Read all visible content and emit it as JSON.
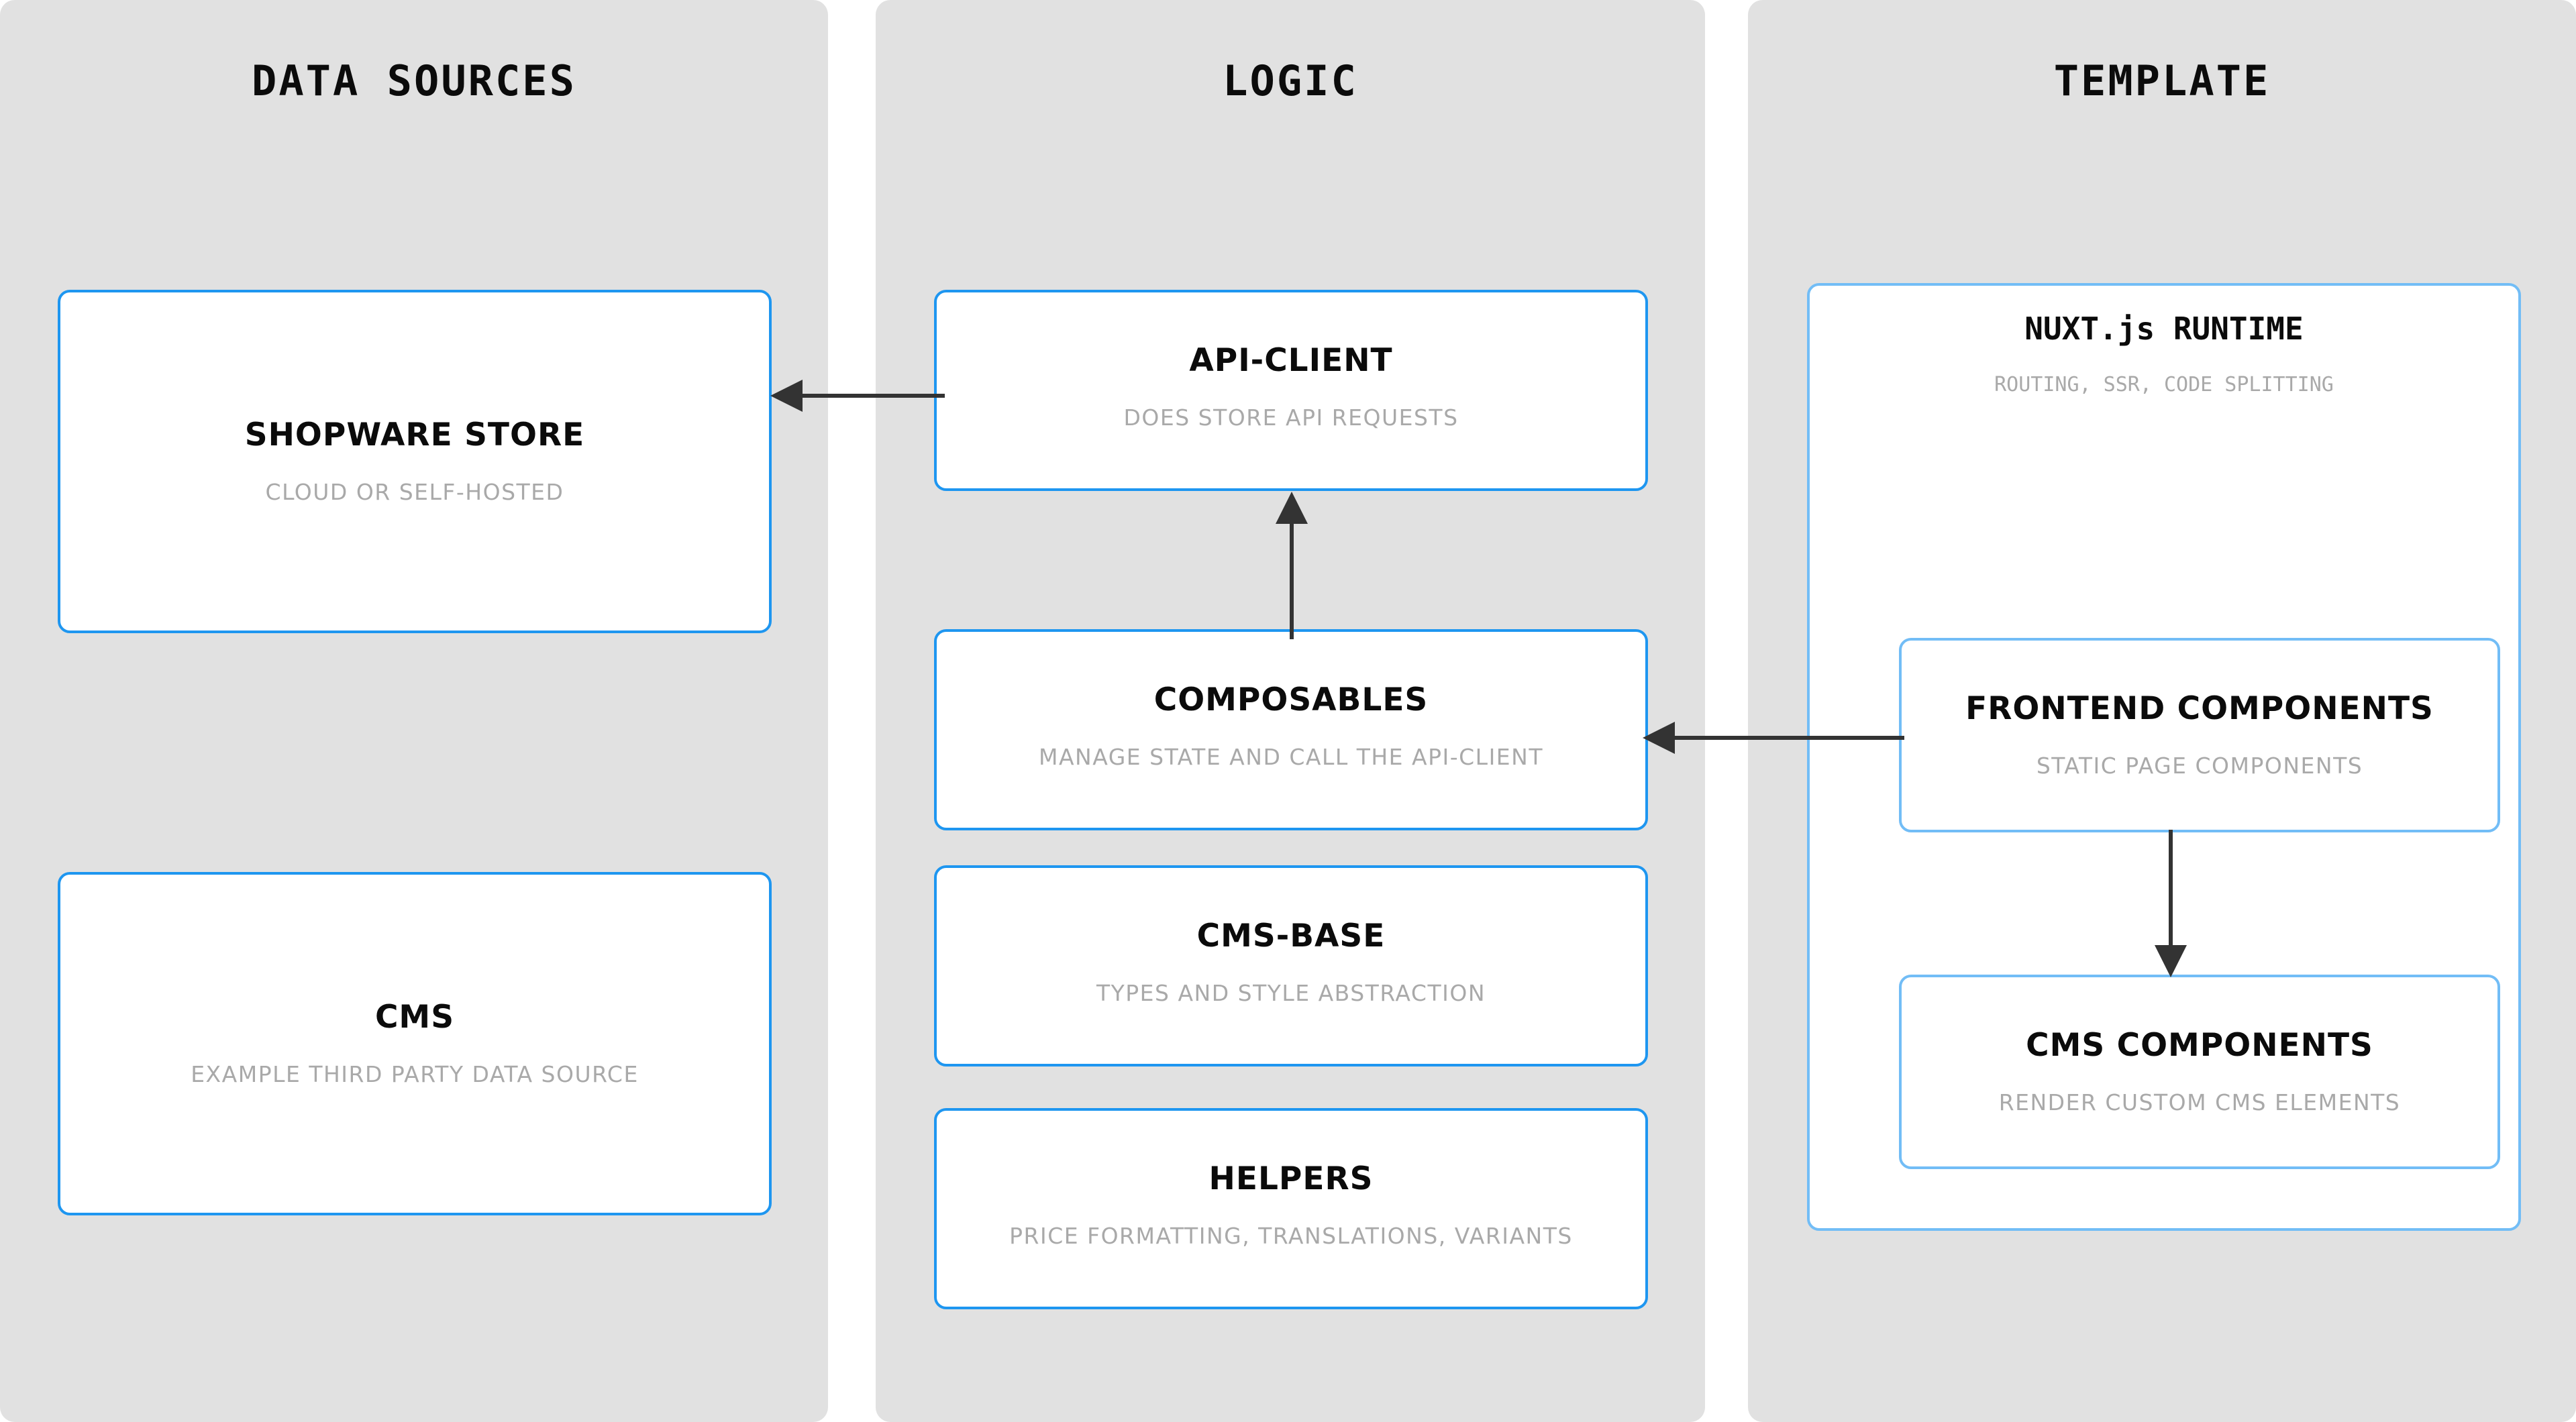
{
  "columns": [
    {
      "id": "data-sources",
      "title": "DATA SOURCES"
    },
    {
      "id": "logic",
      "title": "LOGIC"
    },
    {
      "id": "template",
      "title": "TEMPLATE"
    }
  ],
  "data_sources": {
    "shopware": {
      "title": "SHOPWARE STORE",
      "subtitle": "CLOUD OR SELF-HOSTED"
    },
    "cms": {
      "title": "CMS",
      "subtitle": "EXAMPLE THIRD PARTY DATA SOURCE"
    }
  },
  "logic": {
    "api_client": {
      "title": "API-CLIENT",
      "subtitle": "DOES STORE API REQUESTS"
    },
    "composables": {
      "title": "COMPOSABLES",
      "subtitle": "MANAGE STATE AND CALL THE API-CLIENT"
    },
    "cms_base": {
      "title": "CMS-BASE",
      "subtitle": "TYPES AND STYLE ABSTRACTION"
    },
    "helpers": {
      "title": "HELPERS",
      "subtitle": "PRICE FORMATTING, TRANSLATIONS, VARIANTS"
    }
  },
  "template": {
    "runtime": {
      "title": "NUXT.js RUNTIME",
      "subtitle": "ROUTING, SSR, CODE SPLITTING"
    },
    "frontend": {
      "title": "FRONTEND COMPONENTS",
      "subtitle": "STATIC PAGE COMPONENTS"
    },
    "cms_components": {
      "title": "CMS COMPONENTS",
      "subtitle": "RENDER CUSTOM CMS ELEMENTS"
    }
  },
  "arrows": [
    {
      "id": "api-client-to-shopware-store",
      "from": "API-CLIENT",
      "to": "SHOPWARE STORE",
      "direction": "left"
    },
    {
      "id": "composables-to-api-client",
      "from": "COMPOSABLES",
      "to": "API-CLIENT",
      "direction": "up"
    },
    {
      "id": "frontend-components-to-composables",
      "from": "FRONTEND COMPONENTS",
      "to": "COMPOSABLES",
      "direction": "left"
    },
    {
      "id": "frontend-components-to-cms-components",
      "from": "FRONTEND COMPONENTS",
      "to": "CMS COMPONENTS",
      "direction": "down"
    }
  ],
  "colors": {
    "panel_background": "#e1e1e1",
    "card_background": "#ffffff",
    "card_border": "#1e96f0",
    "nested_card_border": "#72bdf6",
    "title_text": "#0b0b0b",
    "subtitle_text": "#a9a9a9",
    "arrow": "#333333"
  }
}
